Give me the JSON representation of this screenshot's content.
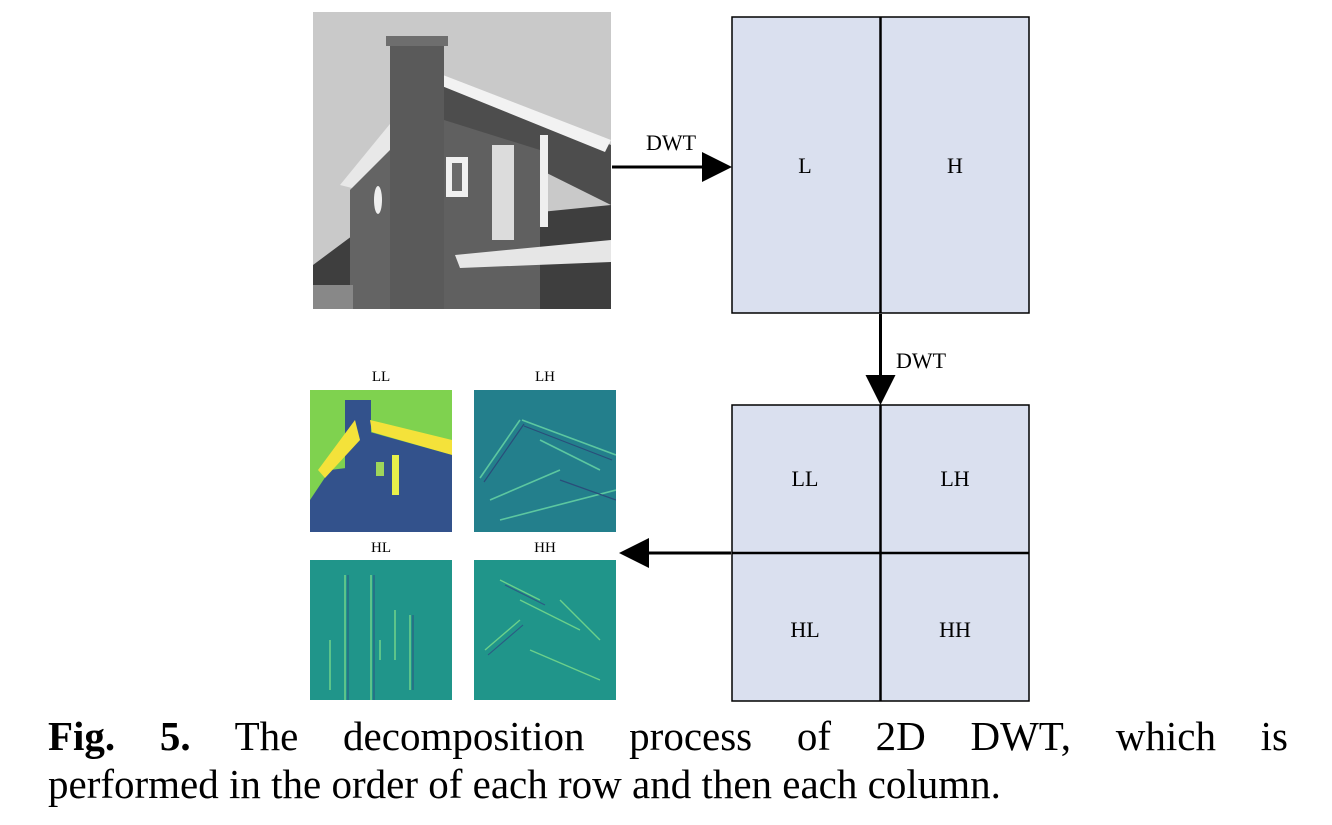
{
  "diagram": {
    "first_transform_label": "DWT",
    "second_transform_label": "DWT",
    "first_level": {
      "left_band": "L",
      "right_band": "H"
    },
    "second_level": {
      "top_left": "LL",
      "top_right": "LH",
      "bottom_left": "HL",
      "bottom_right": "HH"
    },
    "thumbnails": {
      "ll_title": "LL",
      "lh_title": "LH",
      "hl_title": "HL",
      "hh_title": "HH"
    },
    "colors": {
      "box_fill": "#dae0ef",
      "ll_background": "#7fd24f",
      "ll_foreground": "#33528c",
      "detail_background_lh": "#237f8c",
      "detail_background_hl_hh": "#20958a",
      "photo_sky": "#c9c9c9",
      "photo_brick": "#5a5a5a"
    }
  },
  "caption": {
    "label": "Fig. 5.",
    "line1": "The decomposition process of 2D DWT, which is",
    "line2": "performed in the order of each row and then each column."
  }
}
